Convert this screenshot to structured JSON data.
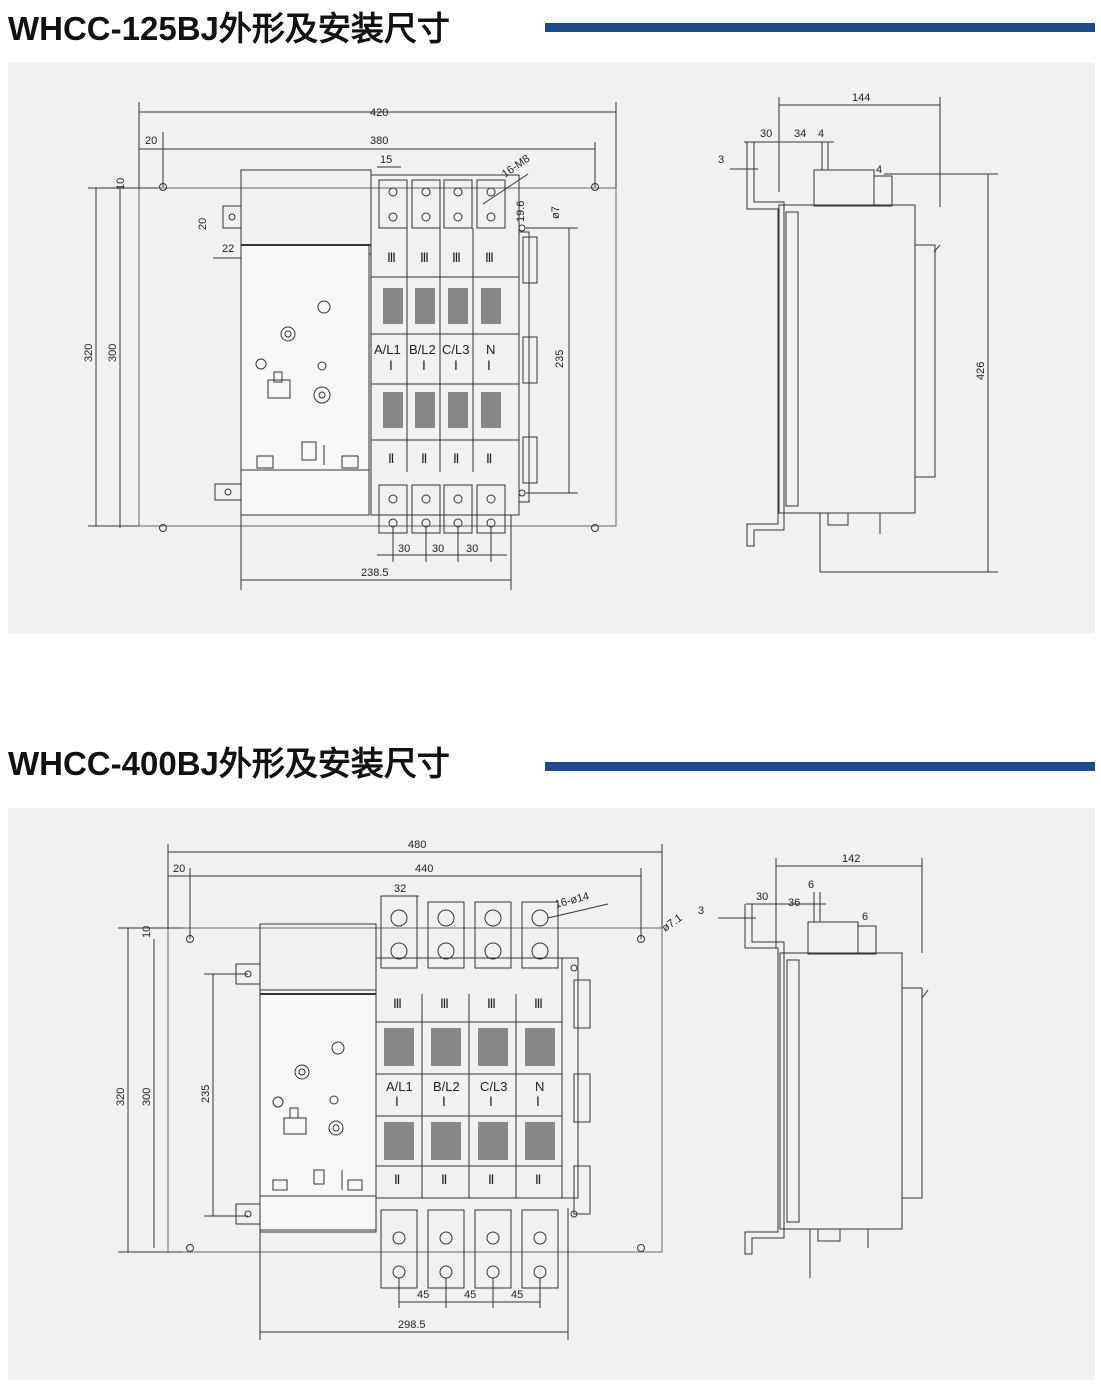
{
  "sections": [
    {
      "title": "WHCC-125BJ外形及安装尺寸",
      "accent_color": "#1f4a8a",
      "front_dims": {
        "overall_width": "420",
        "hole_span": "380",
        "pole_pitch_top": "15",
        "hole_callout": "16-M8",
        "top_offset": "20",
        "edge_offset": "10",
        "plate_height": "320",
        "hole_height": "300",
        "ear_height": "20",
        "ear_width": "22",
        "vert_mount": "235",
        "terminal_offset": "19.6",
        "hole_dia": "ø7",
        "pitch1": "30",
        "pitch2": "30",
        "pitch3": "30",
        "body_width": "238.5"
      },
      "phase_labels": [
        "A/L1",
        "B/L2",
        "C/L3",
        "N"
      ],
      "roman_top": "Ⅲ",
      "roman_mid": "Ⅰ",
      "roman_bottom": "Ⅱ",
      "side_dims": {
        "depth": "144",
        "a": "30",
        "b": "34",
        "c": "4",
        "d": "3",
        "e": "4",
        "height": "426"
      }
    },
    {
      "title": "WHCC-400BJ外形及安装尺寸",
      "accent_color": "#1f4a8a",
      "front_dims": {
        "overall_width": "480",
        "hole_span": "440",
        "pole_width": "32",
        "hole_callout": "16-ø14",
        "top_offset": "20",
        "edge_offset": "10",
        "hole_dia": "ø7.1",
        "plate_height": "320",
        "hole_height": "300",
        "vert_mount": "235",
        "pitch1": "45",
        "pitch2": "45",
        "pitch3": "45",
        "body_width": "298.5"
      },
      "phase_labels": [
        "A/L1",
        "B/L2",
        "C/L3",
        "N"
      ],
      "roman_top": "Ⅲ",
      "roman_mid": "Ⅰ",
      "roman_bottom": "Ⅱ",
      "side_dims": {
        "depth": "142",
        "a": "30",
        "b": "36",
        "c": "6",
        "d": "3",
        "e": "6"
      }
    }
  ]
}
